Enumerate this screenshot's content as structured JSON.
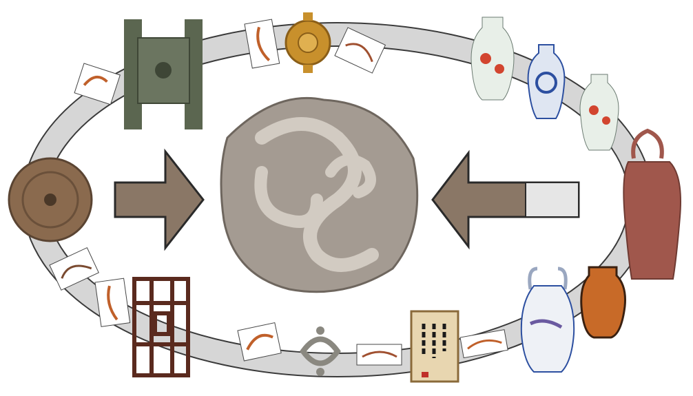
{
  "diagram": {
    "colors": {
      "background": "#ffffff",
      "loop_band": "#d6d6d6",
      "loop_edge": "#3a3a3a",
      "arrow_fill": "#8a7766",
      "arrow_edge": "#2a2a2a",
      "stone": "#a49b92",
      "bronze_green": "#5b6650",
      "bronze_brown": "#8a6a4e",
      "gold": "#c8902c",
      "porcelain_blue": "#2c4fa0",
      "porcelain_red": "#d2452f",
      "clay_red": "#a0574c",
      "wood": "#5a2a1e",
      "scroll_paper": "#e8d6b0"
    },
    "center": {
      "icon": "carved-stone-swirl-disc"
    },
    "arrows": [
      {
        "icon": "arrow-right",
        "direction": "right"
      },
      {
        "icon": "arrow-left",
        "direction": "left"
      }
    ],
    "artifacts": [
      {
        "icon": "bronze-gate-frame"
      },
      {
        "icon": "gold-ornament"
      },
      {
        "icon": "bronze-mirror-disc"
      },
      {
        "icon": "porcelain-vase-red-floral"
      },
      {
        "icon": "blue-white-vase"
      },
      {
        "icon": "porcelain-vase-red-floral-small"
      },
      {
        "icon": "clay-handled-vase"
      },
      {
        "icon": "blue-white-amphora"
      },
      {
        "icon": "orange-patterned-jar"
      },
      {
        "icon": "calligraphy-scroll"
      },
      {
        "icon": "stone-knot-carving"
      },
      {
        "icon": "wooden-lattice-screen"
      }
    ]
  }
}
